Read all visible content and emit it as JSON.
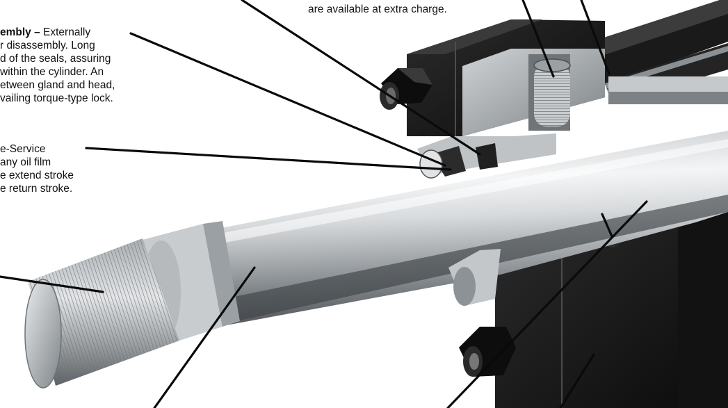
{
  "callouts": {
    "top": {
      "line1": "are available at extra charge."
    },
    "assembly": {
      "heading": "embly –",
      "heading_tail": " Externally",
      "lines": [
        "r disassembly. Long",
        "d of the seals, assuring",
        "within the cylinder. An",
        "etween gland and head,",
        "vailing torque-type lock."
      ]
    },
    "wiper": {
      "lines": [
        "e-Service",
        "any oil film",
        "e extend stroke",
        "e return stroke."
      ]
    }
  },
  "colors": {
    "leader": "#0a0a0a",
    "body_black": "#161616",
    "steel_light": "#e6e8ea",
    "steel_mid": "#9aa0a5",
    "steel_dark": "#4b5054"
  }
}
